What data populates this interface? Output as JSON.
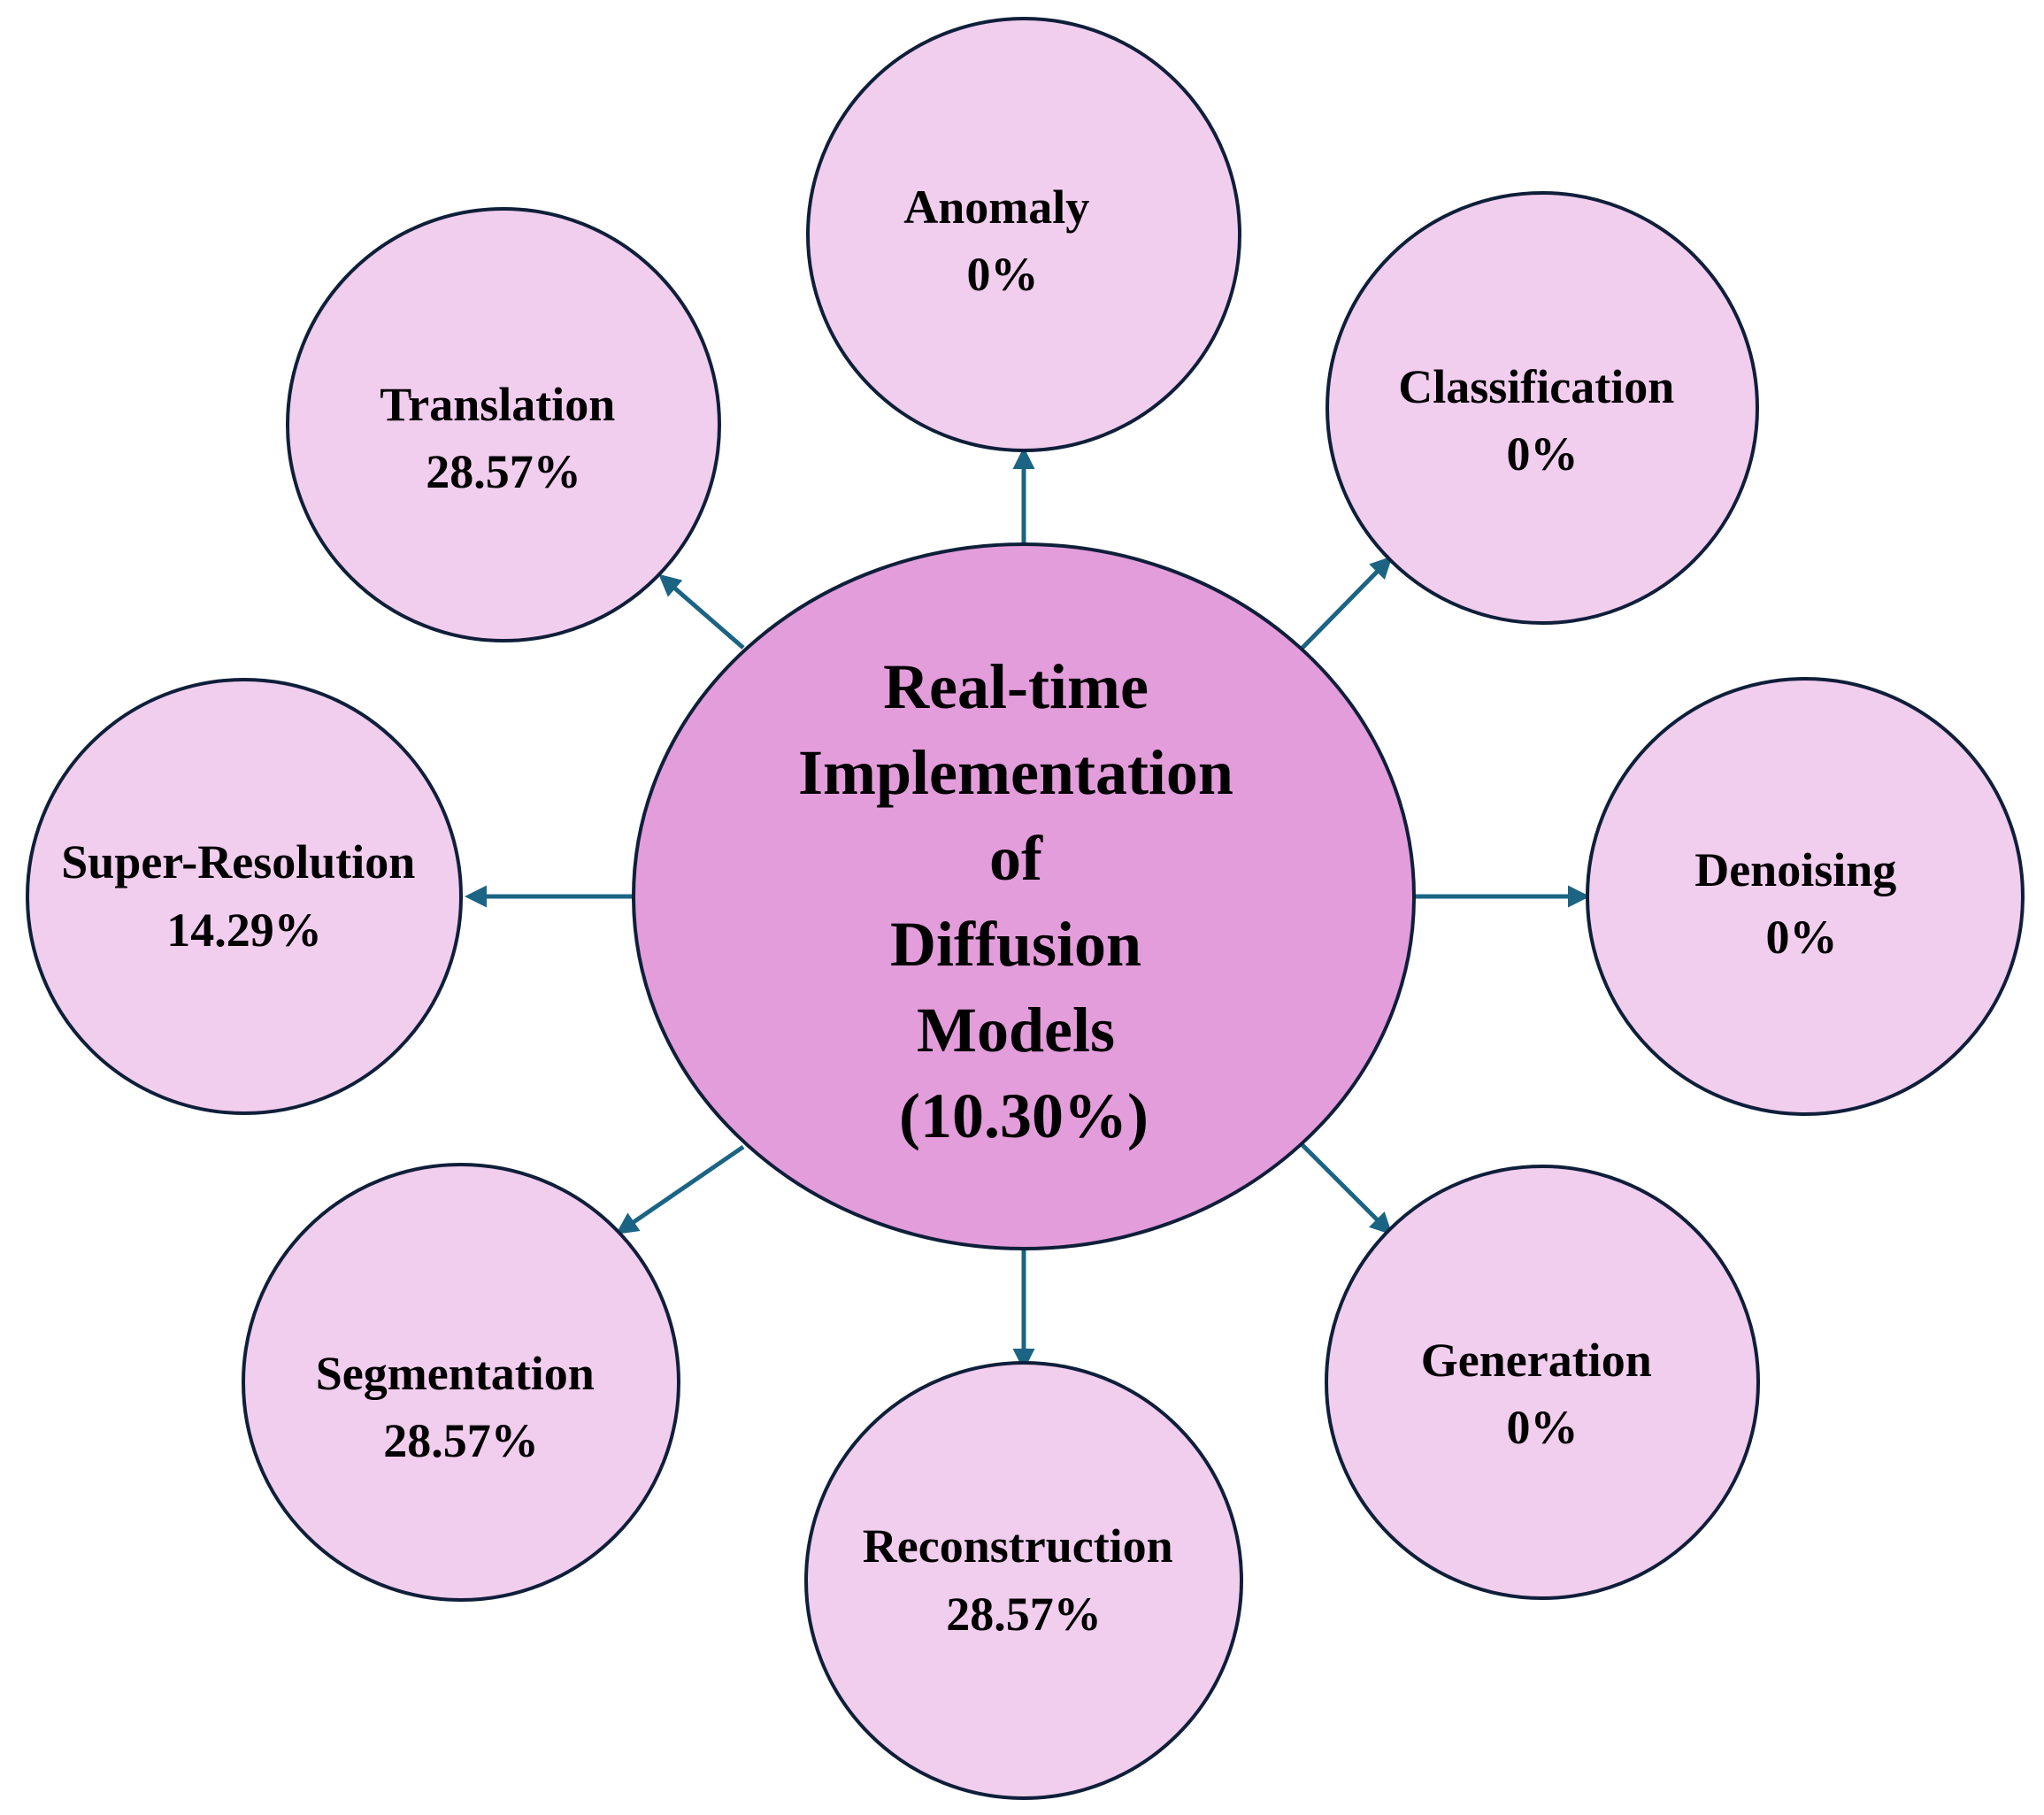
{
  "colors": {
    "hub_fill": "#e39ddb",
    "satellite_fill": "#f1cdee",
    "circle_stroke": "#0f1f3a",
    "arrow": "#1b6484"
  },
  "hub": {
    "lines": [
      "Real-time",
      "Implementation",
      "of",
      "Diffusion",
      "Models",
      "(10.30%)"
    ]
  },
  "satellites": [
    {
      "label": "Anomaly",
      "value": "0%"
    },
    {
      "label": "Classification",
      "value": "0%"
    },
    {
      "label": "Denoising",
      "value": "0%"
    },
    {
      "label": "Generation",
      "value": "0%"
    },
    {
      "label": "Reconstruction",
      "value": "28.57%"
    },
    {
      "label": "Segmentation",
      "value": "28.57%"
    },
    {
      "label": "Super-Resolution",
      "value": "14.29%"
    },
    {
      "label": "Translation",
      "value": "28.57%"
    }
  ]
}
